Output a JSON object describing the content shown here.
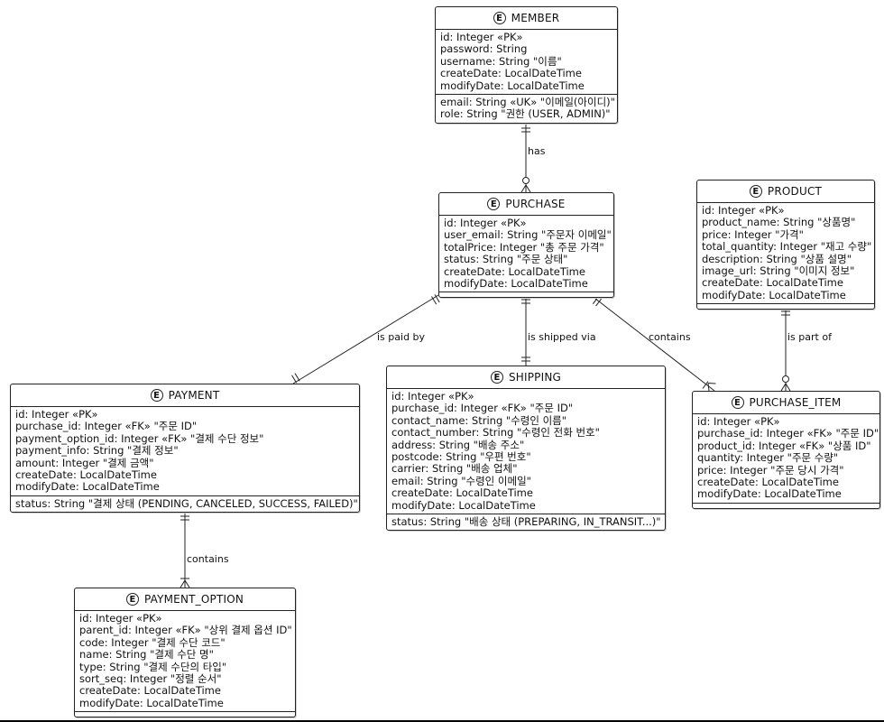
{
  "entity_icon": "entity-letter-e-icon",
  "entities": {
    "member": {
      "title": "MEMBER",
      "attrs": [
        "id: Integer «PK»",
        "password: String",
        "username: String \"이름\"",
        "createDate: LocalDateTime",
        "modifyDate: LocalDateTime"
      ],
      "extra": [
        "email: String «UK» \"이메일(아이디)\"",
        "role: String \"권한 (USER, ADMIN)\""
      ]
    },
    "purchase": {
      "title": "PURCHASE",
      "attrs": [
        "id: Integer «PK»",
        "user_email: String \"주문자 이메일\"",
        "totalPrice: Integer \"총 주문 가격\"",
        "status: String \"주문 상태\"",
        "createDate: LocalDateTime",
        "modifyDate: LocalDateTime"
      ]
    },
    "product": {
      "title": "PRODUCT",
      "attrs": [
        "id: Integer «PK»",
        "product_name: String \"상품명\"",
        "price: Integer \"가격\"",
        "total_quantity: Integer \"재고 수량\"",
        "description: String \"상품 설명\"",
        "image_url: String \"이미지 정보\"",
        "createDate: LocalDateTime",
        "modifyDate: LocalDateTime"
      ]
    },
    "payment": {
      "title": "PAYMENT",
      "attrs": [
        "id: Integer «PK»",
        "purchase_id: Integer «FK» \"주문 ID\"",
        "payment_option_id: Integer «FK» \"결제 수단 정보\"",
        "payment_info: String \"결제 정보\"",
        "amount: Integer \"결제 금액\"",
        "createDate: LocalDateTime",
        "modifyDate: LocalDateTime"
      ],
      "extra": [
        "status: String \"결제 상태 (PENDING, CANCELED, SUCCESS, FAILED)\""
      ]
    },
    "shipping": {
      "title": "SHIPPING",
      "attrs": [
        "id: Integer «PK»",
        "purchase_id: Integer «FK» \"주문 ID\"",
        "contact_name: String \"수령인 이름\"",
        "contact_number: String \"수령인 전화 번호\"",
        "address: String \"배송 주소\"",
        "postcode: String \"우편 번호\"",
        "carrier: String \"배송 업체\"",
        "email: String \"수령인 이메일\"",
        "createDate: LocalDateTime",
        "modifyDate: LocalDateTime"
      ],
      "extra": [
        "status: String \"배송 상태 (PREPARING, IN_TRANSIT...)\""
      ]
    },
    "purchase_item": {
      "title": "PURCHASE_ITEM",
      "attrs": [
        "id: Integer «PK»",
        "purchase_id: Integer «FK» \"주문 ID\"",
        "product_id: Integer «FK» \"상품 ID\"",
        "quantity: Integer \"주문 수량\"",
        "price: Integer \"주문 당시 가격\"",
        "createDate: LocalDateTime",
        "modifyDate: LocalDateTime"
      ]
    },
    "payment_option": {
      "title": "PAYMENT_OPTION",
      "attrs": [
        "id: Integer «PK»",
        "parent_id: Integer «FK» \"상위 결제 옵션 ID\"",
        "code: Integer \"결제 수단 코드\"",
        "name: String \"결제 수단 명\"",
        "type: String \"결제 수단의 타입\"",
        "sort_seq: Integer \"정렬 순서\"",
        "createDate: LocalDateTime",
        "modifyDate: LocalDateTime"
      ]
    }
  },
  "relations": {
    "member_purchase": "has",
    "purchase_payment": "is paid by",
    "purchase_shipping": "is shipped via",
    "purchase_item": "contains",
    "product_item": "is part of",
    "payment_option": "contains"
  }
}
